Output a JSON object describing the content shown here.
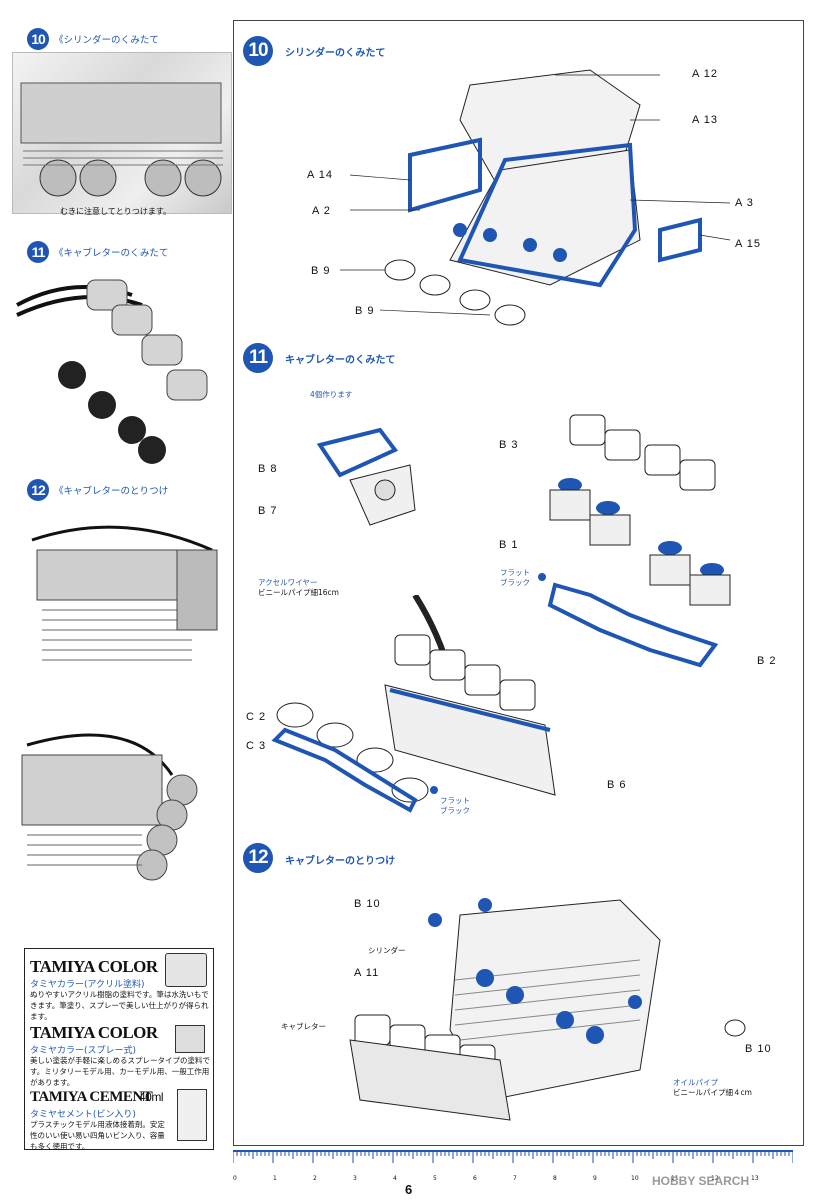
{
  "sidebar": {
    "step10": {
      "num": "10",
      "title": "《シリンダーのくみたて",
      "caption": "むきに注意してとりつけます。"
    },
    "step11": {
      "num": "11",
      "title": "《キャブレターのくみたて"
    },
    "step12": {
      "num": "12",
      "title": "《キャブレターのとりつけ"
    }
  },
  "ads": {
    "color1": {
      "brand": "TAMIYA COLOR",
      "sub": "タミヤカラー(アクリル塗料)",
      "text": "ぬりやすいアクリル樹脂の塗料です。筆は水洗いもできます。筆塗り、スプレーで美しい仕上がりが得られます。"
    },
    "color2": {
      "brand": "TAMIYA COLOR",
      "sub": "タミヤカラー(スプレー式)",
      "text": "美しい塗装が手軽に楽しめるスプレータイプの塗料です。ミリタリーモデル用、カーモデル用、一般工作用があります。"
    },
    "cement": {
      "brand": "TAMIYA CEMENT",
      "size": "40ml",
      "sub": "タミヤセメント(ビン入り)",
      "text": "プラスチックモデル用液体接着剤。安定性のいい使い易い四角いビン入り、容量も多く徳用です。"
    }
  },
  "main": {
    "step10": {
      "num": "10",
      "title": "シリンダーのくみたて",
      "labels": {
        "a12": "A 12",
        "a13": "A 13",
        "a14": "A 14",
        "a2": "A 2",
        "a3": "A 3",
        "a15": "A 15",
        "b9_1": "B 9",
        "b9_2": "B 9"
      }
    },
    "step11": {
      "num": "11",
      "title": "キャブレターのくみたて",
      "note": "4個作ります",
      "labels": {
        "b8": "B 8",
        "b7": "B 7",
        "b3": "B 3",
        "b1": "B 1",
        "b2": "B 2",
        "c2": "C 2",
        "c3": "C 3",
        "b6": "B 6"
      },
      "wire": {
        "line1": "アクセルワイヤー",
        "line2": "ビニールパイプ細16cm"
      },
      "flat_black_1": {
        "line1": "フラット",
        "line2": "ブラック"
      },
      "flat_black_2": {
        "line1": "フラット",
        "line2": "ブラック"
      }
    },
    "step12": {
      "num": "12",
      "title": "キャブレターのとりつけ",
      "labels": {
        "b10a": "B 10",
        "b10b": "B 10",
        "a11": "A 11",
        "cylinder": "シリンダー",
        "carb": "キャブレター"
      },
      "oil": {
        "line1": "オイルパイプ",
        "line2": "ビニールパイプ細４cm"
      }
    }
  },
  "ruler": {
    "ticks": [
      "0",
      "1",
      "2",
      "3",
      "4",
      "5",
      "6",
      "7",
      "8",
      "9",
      "10",
      "11",
      "12",
      "13"
    ]
  },
  "page_number": "6",
  "watermark": "HOBBY SEARCH",
  "colors": {
    "accent_blue": "#1f56b3"
  }
}
